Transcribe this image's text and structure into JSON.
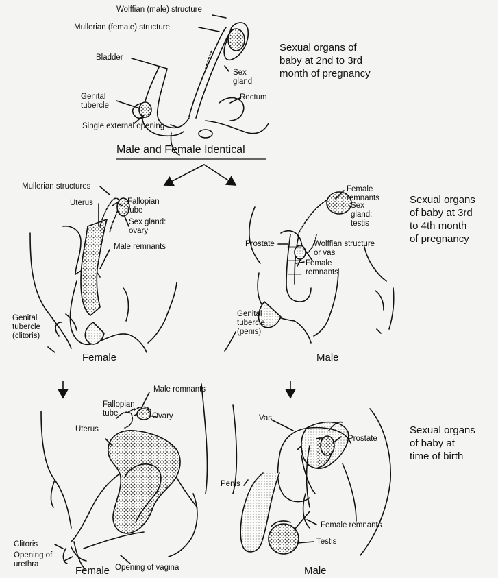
{
  "labels": {
    "wolffian_male": "Wolffian (male) structure",
    "mullerian_female": "Mullerian (female) structure",
    "bladder": "Bladder",
    "sex_gland": "Sex\ngland",
    "genital_tubercle": "Genital\ntubercle",
    "rectum": "Rectum",
    "single_opening": "Single external opening",
    "mullerian_structures": "Mullerian structures",
    "uterus": "Uterus",
    "fallopian_tube": "Fallopian\ntube",
    "sex_gland_ovary": "Sex gland:\novary",
    "male_remnants": "Male remnants",
    "genital_tubercle_clitoris": "Genital\ntubercle\n(clitoris)",
    "female_remnants": "Female\nremnants",
    "sex_gland_testis": "Sex\ngland:\ntestis",
    "prostate": "Prostate",
    "wolffian_vas": "Wolffian structure\nor vas",
    "female_remnants_2": "Female\nremnants",
    "genital_tubercle_penis": "Genital\ntubercle\n(penis)",
    "male_remnants_2": "Male remnants",
    "fallopian_tube_2": "Fallopian\ntube",
    "ovary": "Ovary",
    "uterus_2": "Uterus",
    "clitoris": "Clitoris",
    "opening_urethra": "Opening of\nurethra",
    "opening_vagina": "Opening of vagina",
    "vas": "Vas",
    "prostate_2": "Prostate",
    "penis": "Penis",
    "female_remnants_3": "Female remnants",
    "testis": "Testis"
  },
  "captions": {
    "stage1": "Sexual organs of\nbaby at 2nd to 3rd\nmonth of pregnancy",
    "stage2": "Sexual organs\nof baby at 3rd\nto 4th month\nof pregnancy",
    "stage3": "Sexual organs\nof baby at\ntime of birth"
  },
  "headings": {
    "identical": "Male and Female Identical",
    "female_1": "Female",
    "male_1": "Male",
    "female_2": "Female",
    "male_2": "Male"
  }
}
